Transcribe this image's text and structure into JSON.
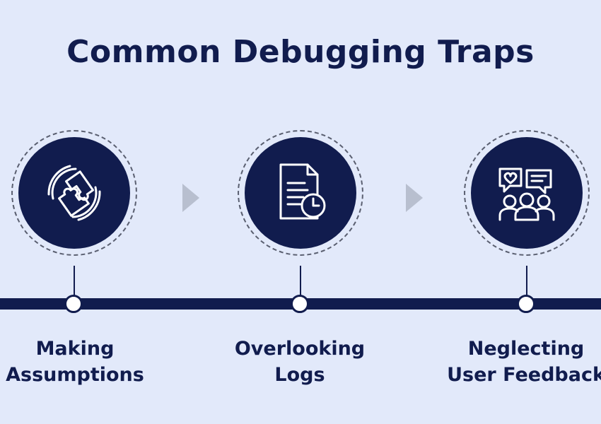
{
  "title": "Common Debugging Traps",
  "steps": [
    {
      "line1": "Making",
      "line2": "Assumptions",
      "icon": "puzzle-pieces-icon"
    },
    {
      "line1": "Overlooking",
      "line2": "Logs",
      "icon": "document-clock-icon"
    },
    {
      "line1": "Neglecting",
      "line2": "User Feedback",
      "icon": "people-feedback-icon"
    }
  ],
  "colors": {
    "background": "#e2e9fa",
    "navy": "#111c4e",
    "arrow": "#b8bfcf",
    "node_border": "#5a5f70"
  }
}
